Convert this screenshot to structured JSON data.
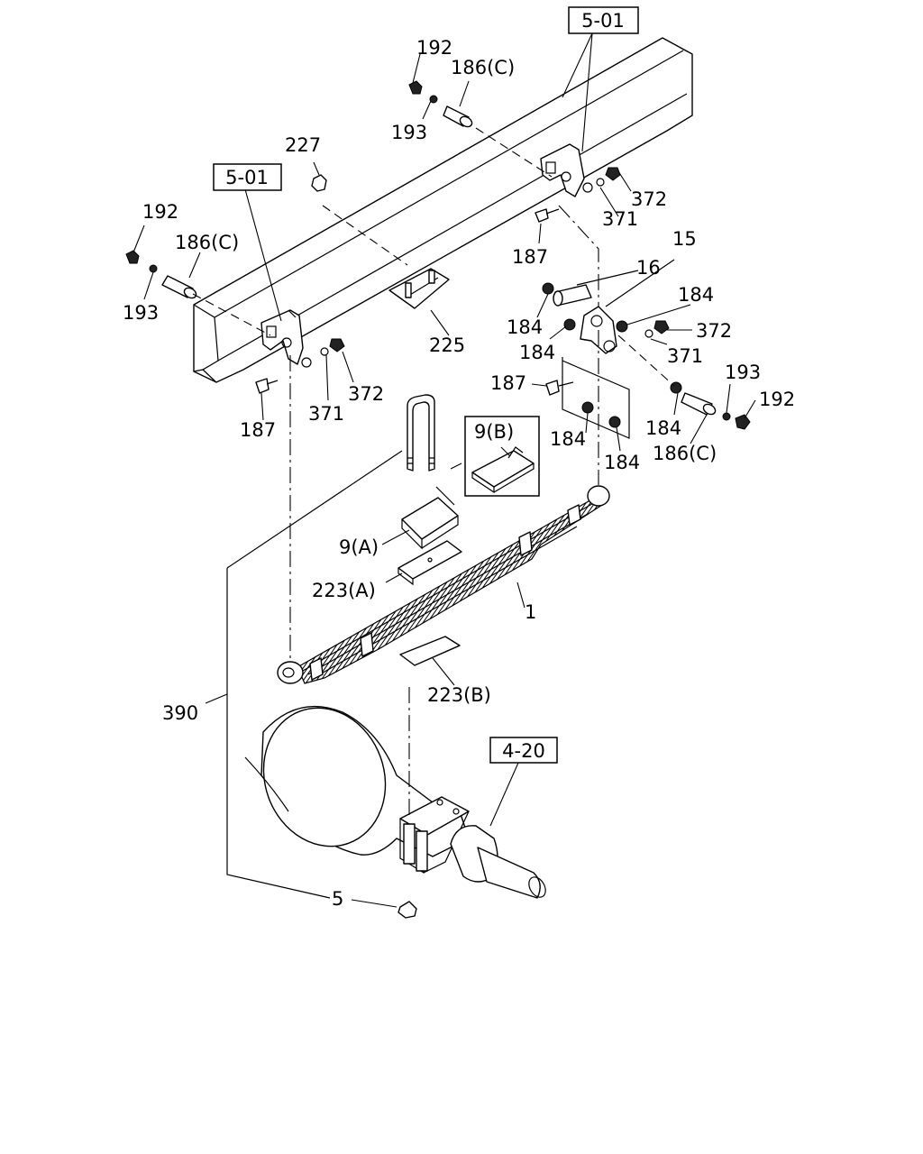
{
  "refs": {
    "frame_top": "5-01",
    "frame_left": "5-01",
    "axle": "4-20"
  },
  "parts": {
    "p192_top": "192",
    "p186c_top": "186(C)",
    "p193_top": "193",
    "p227": "227",
    "p372_top": "372",
    "p371_top": "371",
    "p187_top": "187",
    "p15": "15",
    "p16": "16",
    "p184_a": "184",
    "p184_b": "184",
    "p184_c": "184",
    "p372_mid": "372",
    "p371_mid": "371",
    "p192_left": "192",
    "p186c_left": "186(C)",
    "p193_left": "193",
    "p225": "225",
    "p187_right": "187",
    "p193_right": "193",
    "p192_right": "192",
    "p184_d": "184",
    "p184_e": "184",
    "p184_f": "184",
    "p186c_right": "186(C)",
    "p372_left": "372",
    "p371_left": "371",
    "p187_left": "187",
    "p9b": "9(B)",
    "p9a": "9(A)",
    "p223a": "223(A)",
    "p1": "1",
    "p223b": "223(B)",
    "p390": "390",
    "p5": "5"
  }
}
